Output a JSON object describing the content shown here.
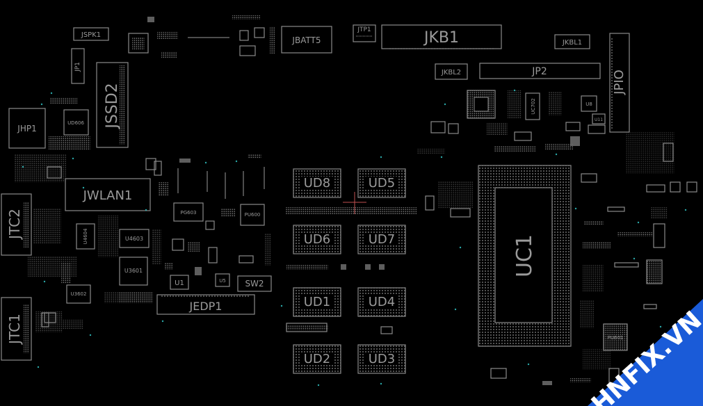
{
  "labels": {
    "jkb1": "JKB1",
    "jp2": "JP2",
    "jpio": "JPIO",
    "jkbl1": "JKBL1",
    "jkbl2": "JKBL2",
    "jtp1": "JTP1",
    "jbatt5": "JBATT5",
    "jspk1": "JSPK1",
    "jp1": "JP1",
    "jssd2": "JSSD2",
    "jhp1": "JHP1",
    "ud606": "UD606",
    "jwlan1": "JWLAN1",
    "jtc2": "JTC2",
    "jtc1": "JTC1",
    "u4604": "U4604",
    "u4603": "U4603",
    "u3601": "U3601",
    "u3602": "U3602",
    "pg603": "PG603",
    "pu600": "PU600",
    "u1": "U1",
    "u5": "U5",
    "sw2": "SW2",
    "jedp1": "JEDP1",
    "ud8": "UD8",
    "ud5": "UD5",
    "ud6": "UD6",
    "ud7": "UD7",
    "ud1": "UD1",
    "ud4": "UD4",
    "ud2": "UD2",
    "ud3": "UD3",
    "uc1": "UC1",
    "uc702": "UC702",
    "u8": "U8",
    "u11": "U11",
    "pu601": "PU601"
  },
  "watermark": {
    "text": "HNFIX.VN",
    "color": "#1a5bd8"
  },
  "colors": {
    "background": "#000000",
    "outline": "#8a8a8a",
    "via": "#2aa7a7"
  }
}
